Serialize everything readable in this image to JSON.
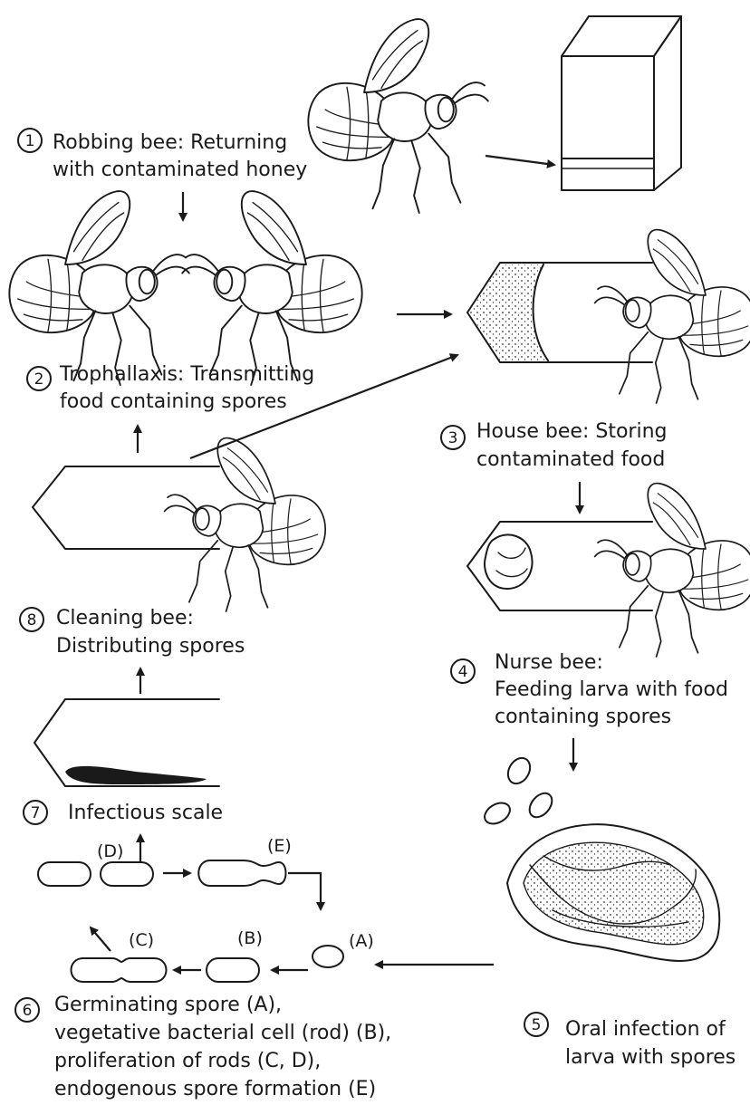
{
  "steps": {
    "s1": {
      "num": "1",
      "line1": "Robbing bee: Returning",
      "line2": "with contaminated honey"
    },
    "s2": {
      "num": "2",
      "line1": "Trophallaxis: Transmitting",
      "line2": "food containing spores"
    },
    "s3": {
      "num": "3",
      "line1": "House bee: Storing",
      "line2": "contaminated food"
    },
    "s4": {
      "num": "4",
      "line1": "Nurse bee:",
      "line2": "Feeding larva with food",
      "line3": "containing spores"
    },
    "s5": {
      "num": "5",
      "line1": "Oral infection of",
      "line2": "larva with spores"
    },
    "s6": {
      "num": "6",
      "line1": "Germinating spore (A),",
      "line2": "vegetative bacterial cell (rod) (B),",
      "line3": "proliferation of rods (C, D),",
      "line4": "endogenous spore formation (E)"
    },
    "s7": {
      "num": "7",
      "line1": "Infectious scale"
    },
    "s8": {
      "num": "8",
      "line1": "Cleaning bee:",
      "line2": "Distributing spores"
    }
  },
  "stages": {
    "a": "(A)",
    "b": "(B)",
    "c": "(C)",
    "d": "(D)",
    "e": "(E)"
  }
}
